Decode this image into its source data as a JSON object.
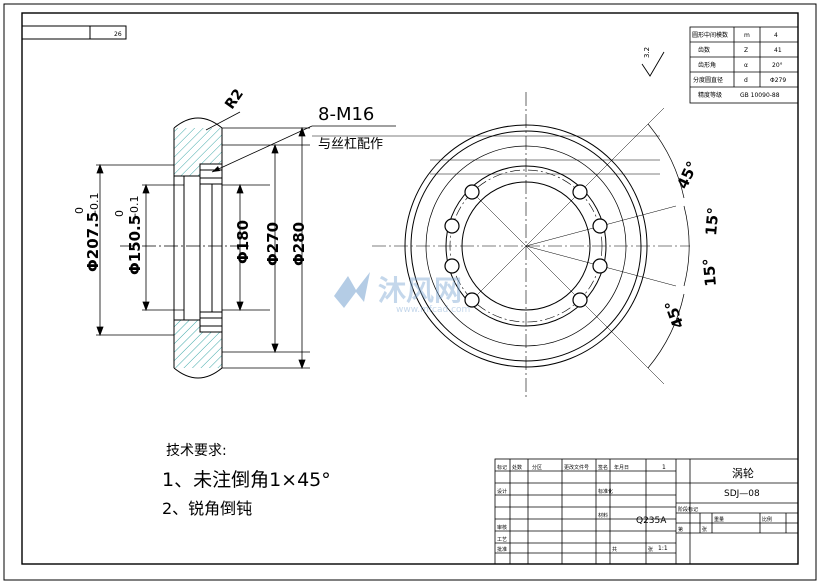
{
  "corner_tag": "26",
  "thread_note": {
    "spec": "8-M16",
    "note": "与丝杠配作"
  },
  "radius_label": "R2",
  "roughness_value": "3.2",
  "dims_left": [
    "Φ207.5",
    "0",
    "-0.1",
    "Φ150.5",
    "0",
    "-0.1"
  ],
  "dims_right": [
    "Φ180",
    "Φ270",
    "Φ280"
  ],
  "angles": [
    "45°",
    "15°",
    "15°",
    "45°"
  ],
  "spec_table": {
    "rows": [
      [
        "圆形中间模数",
        "m",
        "4"
      ],
      [
        "齿数",
        "Z",
        "41"
      ],
      [
        "齿形角",
        "α",
        "20°"
      ],
      [
        "分度圆直径",
        "d",
        "Φ279"
      ],
      [
        "精度等级",
        "GB 10090-88",
        ""
      ]
    ]
  },
  "tech": {
    "title": "技术要求:",
    "items": [
      "1、未注倒角1×45°",
      "2、锐角倒钝"
    ]
  },
  "title_block": {
    "part_name": "涡轮",
    "drawing_no": "SDJ—08",
    "material": "Q235A",
    "scale": "1:1",
    "qty": "1",
    "small_labels": [
      "标记",
      "处数",
      "分区",
      "更改文件号",
      "签名",
      "年月日",
      "设计",
      "标准化",
      "审核",
      "工艺",
      "批准",
      "阶段标记",
      "重量",
      "比例",
      "共",
      "张",
      "第",
      "张",
      "材料"
    ]
  },
  "watermark": {
    "brand": "沐风网",
    "url": "www.mfcad.com"
  }
}
